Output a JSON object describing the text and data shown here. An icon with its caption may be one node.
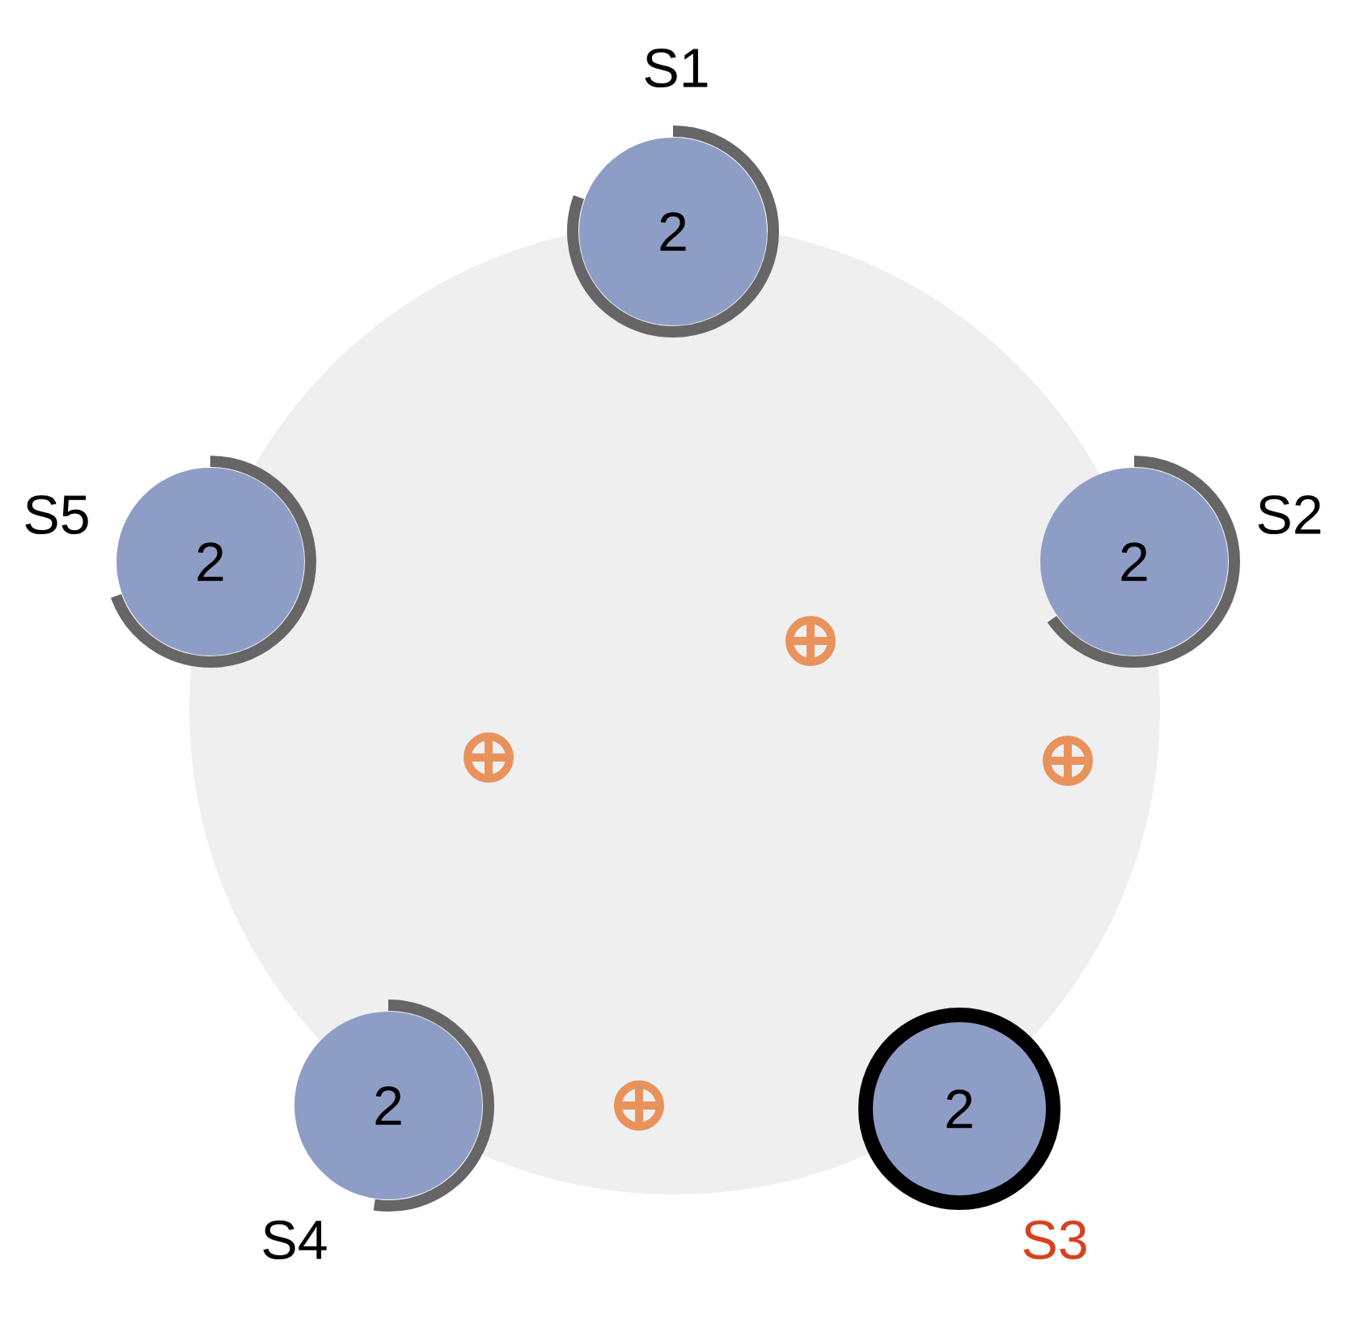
{
  "diagram": {
    "nodes": [
      {
        "text": [
          "2"
        ],
        "beside": [
          "S1"
        ]
      },
      {
        "text": [
          "2"
        ],
        "beside": [
          "S2"
        ]
      },
      {
        "text": [
          "2"
        ],
        "beside": [
          "S3"
        ]
      },
      {
        "text": [
          "2"
        ],
        "beside": [
          "S4"
        ]
      },
      {
        "text": [
          "2"
        ],
        "beside": [
          "S5"
        ]
      }
    ]
  }
}
